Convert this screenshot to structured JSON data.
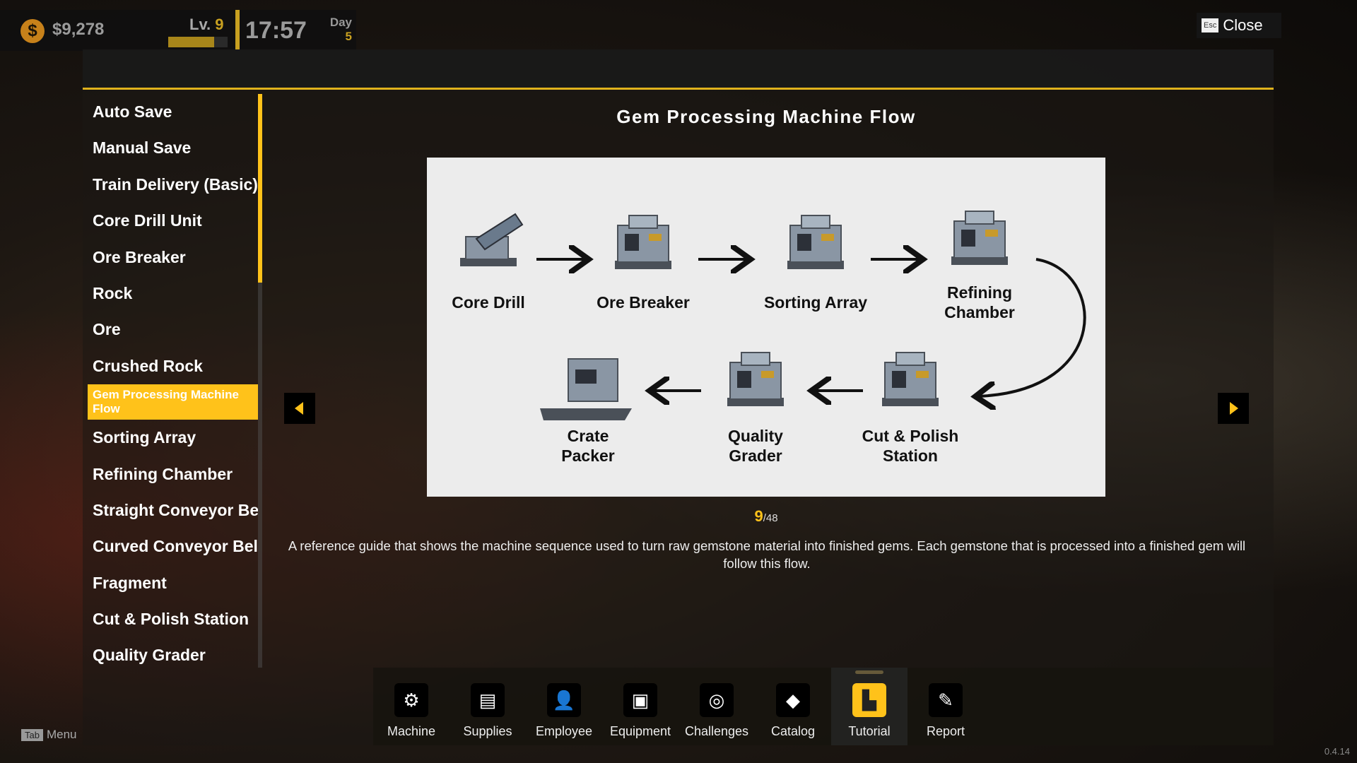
{
  "hud": {
    "money": "$9,278",
    "currency_symbol": "$",
    "level_label": "Lv.",
    "level": "9",
    "level_progress": 0.77,
    "time": "17:57",
    "day_label": "Day",
    "day": "5"
  },
  "close": {
    "key": "Esc",
    "label": "Close"
  },
  "sidebar": {
    "items": [
      "Auto Save",
      "Manual Save",
      "Train Delivery (Basic)",
      "Core Drill Unit",
      "Ore Breaker",
      "Rock",
      "Ore",
      "Crushed Rock",
      "Gem Processing Machine Flow",
      "Sorting Array",
      "Refining Chamber",
      "Straight Conveyor Belt",
      "Curved Conveyor Belt",
      "Fragment",
      "Cut & Polish Station",
      "Quality Grader"
    ],
    "selected_index": 8
  },
  "tutorial": {
    "title": "Gem Processing Machine Flow",
    "page": "9",
    "total": "/48",
    "description": "A reference guide that shows the machine sequence used to turn raw gemstone material into finished gems. Each gemstone that is processed into a finished gem will follow this flow.",
    "diagram": {
      "core_drill": "Core Drill",
      "ore_breaker": "Ore Breaker",
      "sorting_array": "Sorting Array",
      "refining_1": "Refining",
      "refining_2": "Chamber",
      "cut_1": "Cut & Polish",
      "cut_2": "Station",
      "quality_1": "Quality",
      "quality_2": "Grader",
      "crate_1": "Crate",
      "crate_2": "Packer"
    }
  },
  "bottom_nav": [
    {
      "label": "Machine",
      "icon": "machine-icon",
      "glyph": "⚙"
    },
    {
      "label": "Supplies",
      "icon": "supplies-icon",
      "glyph": "▤"
    },
    {
      "label": "Employee",
      "icon": "employee-icon",
      "glyph": "👤"
    },
    {
      "label": "Equipment",
      "icon": "equipment-icon",
      "glyph": "▣"
    },
    {
      "label": "Challenges",
      "icon": "target-icon",
      "glyph": "◎"
    },
    {
      "label": "Catalog",
      "icon": "diamond-icon",
      "glyph": "◆"
    },
    {
      "label": "Tutorial",
      "icon": "tutorial-icon",
      "glyph": "▙"
    },
    {
      "label": "Report",
      "icon": "report-icon",
      "glyph": "✎"
    }
  ],
  "footer": {
    "tab_key": "Tab",
    "menu_label": "Menu",
    "version": "0.4.14"
  },
  "colors": {
    "accent": "#ffc21a",
    "coin": "#c7811a"
  }
}
